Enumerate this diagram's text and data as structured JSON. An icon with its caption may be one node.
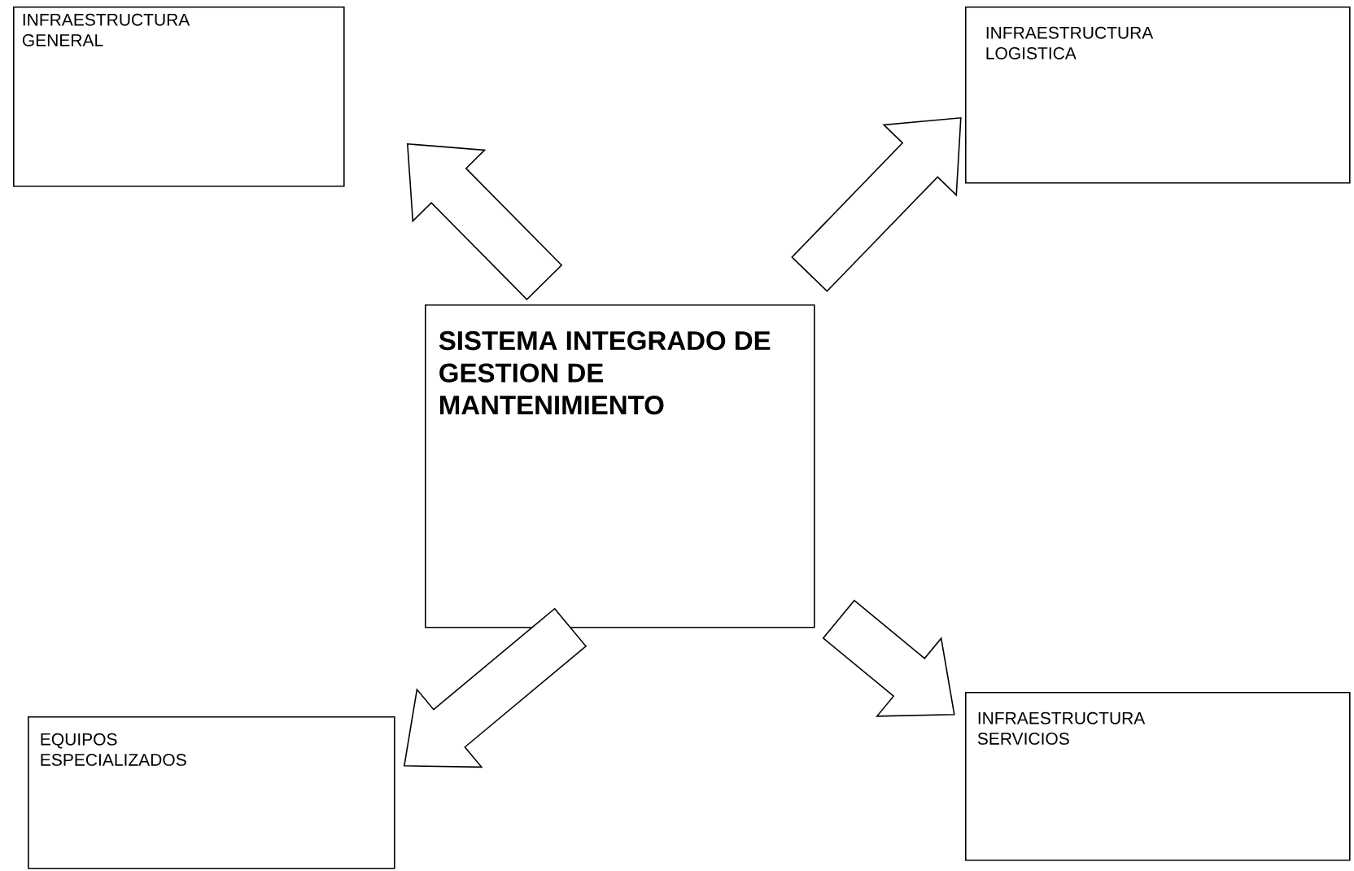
{
  "diagram": {
    "nodes": [
      {
        "text": [
          "INFRAESTRUCTURA GENERAL"
        ]
      },
      {
        "text": [
          "INFRAESTRUCTURA LOGISTICA"
        ]
      },
      {
        "text": [
          "SISTEMA INTEGRADO DE GESTION DE MANTENIMIENTO"
        ]
      },
      {
        "text": [
          "EQUIPOS ESPECIALIZADOS"
        ]
      },
      {
        "text": [
          "INFRAESTRUCTURA SERVICIOS"
        ]
      }
    ],
    "edges": [
      {
        "from": 2,
        "to": 0,
        "arrow": "to"
      },
      {
        "from": 2,
        "to": 1,
        "arrow": "to"
      },
      {
        "from": 2,
        "to": 3,
        "arrow": "to"
      },
      {
        "from": 2,
        "to": 4,
        "arrow": "to"
      }
    ]
  }
}
